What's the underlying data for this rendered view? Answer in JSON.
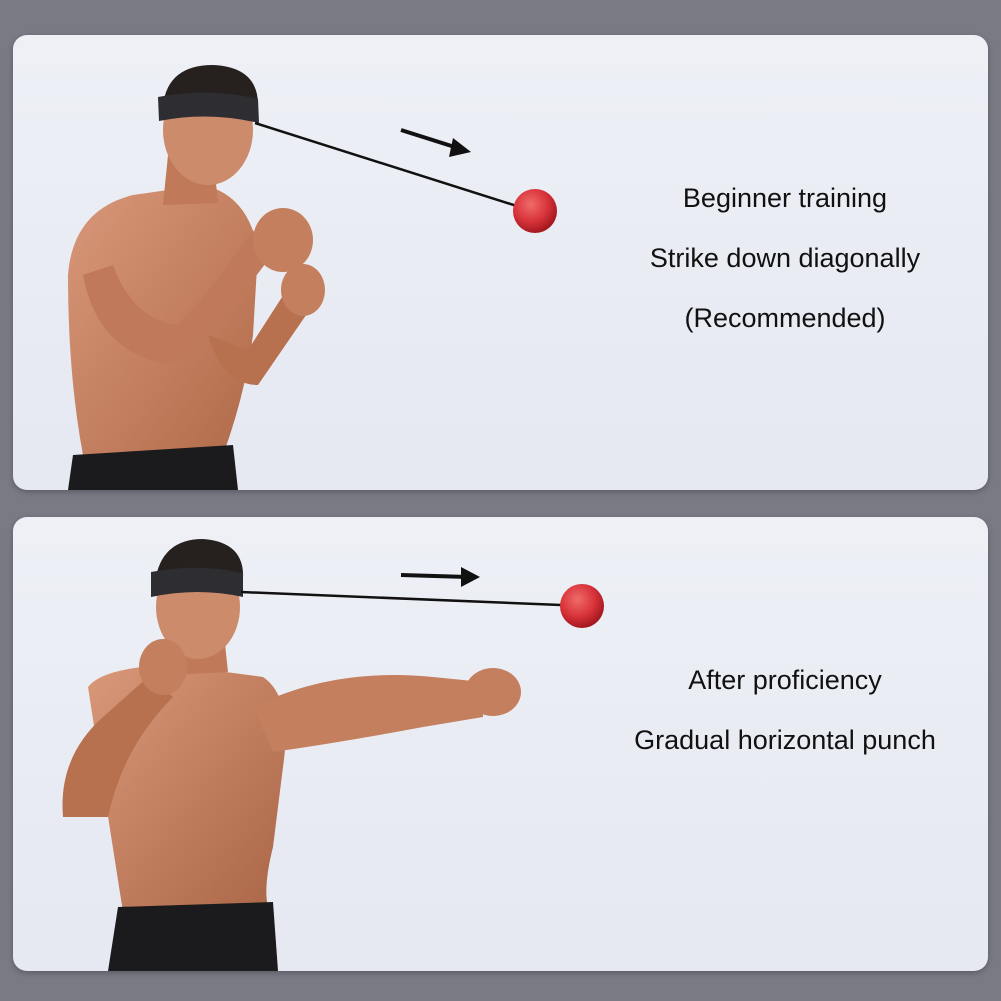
{
  "colors": {
    "background": "#7a7a85",
    "panel": "#eceef5",
    "skin": "#c98663",
    "ball": "#d8333a",
    "shorts": "#1b1b1d",
    "text": "#111111"
  },
  "panels": [
    {
      "caption_lines": [
        "Beginner training",
        "Strike down diagonally",
        "(Recommended)"
      ]
    },
    {
      "caption_lines": [
        "After proficiency",
        "Gradual horizontal punch"
      ]
    }
  ]
}
